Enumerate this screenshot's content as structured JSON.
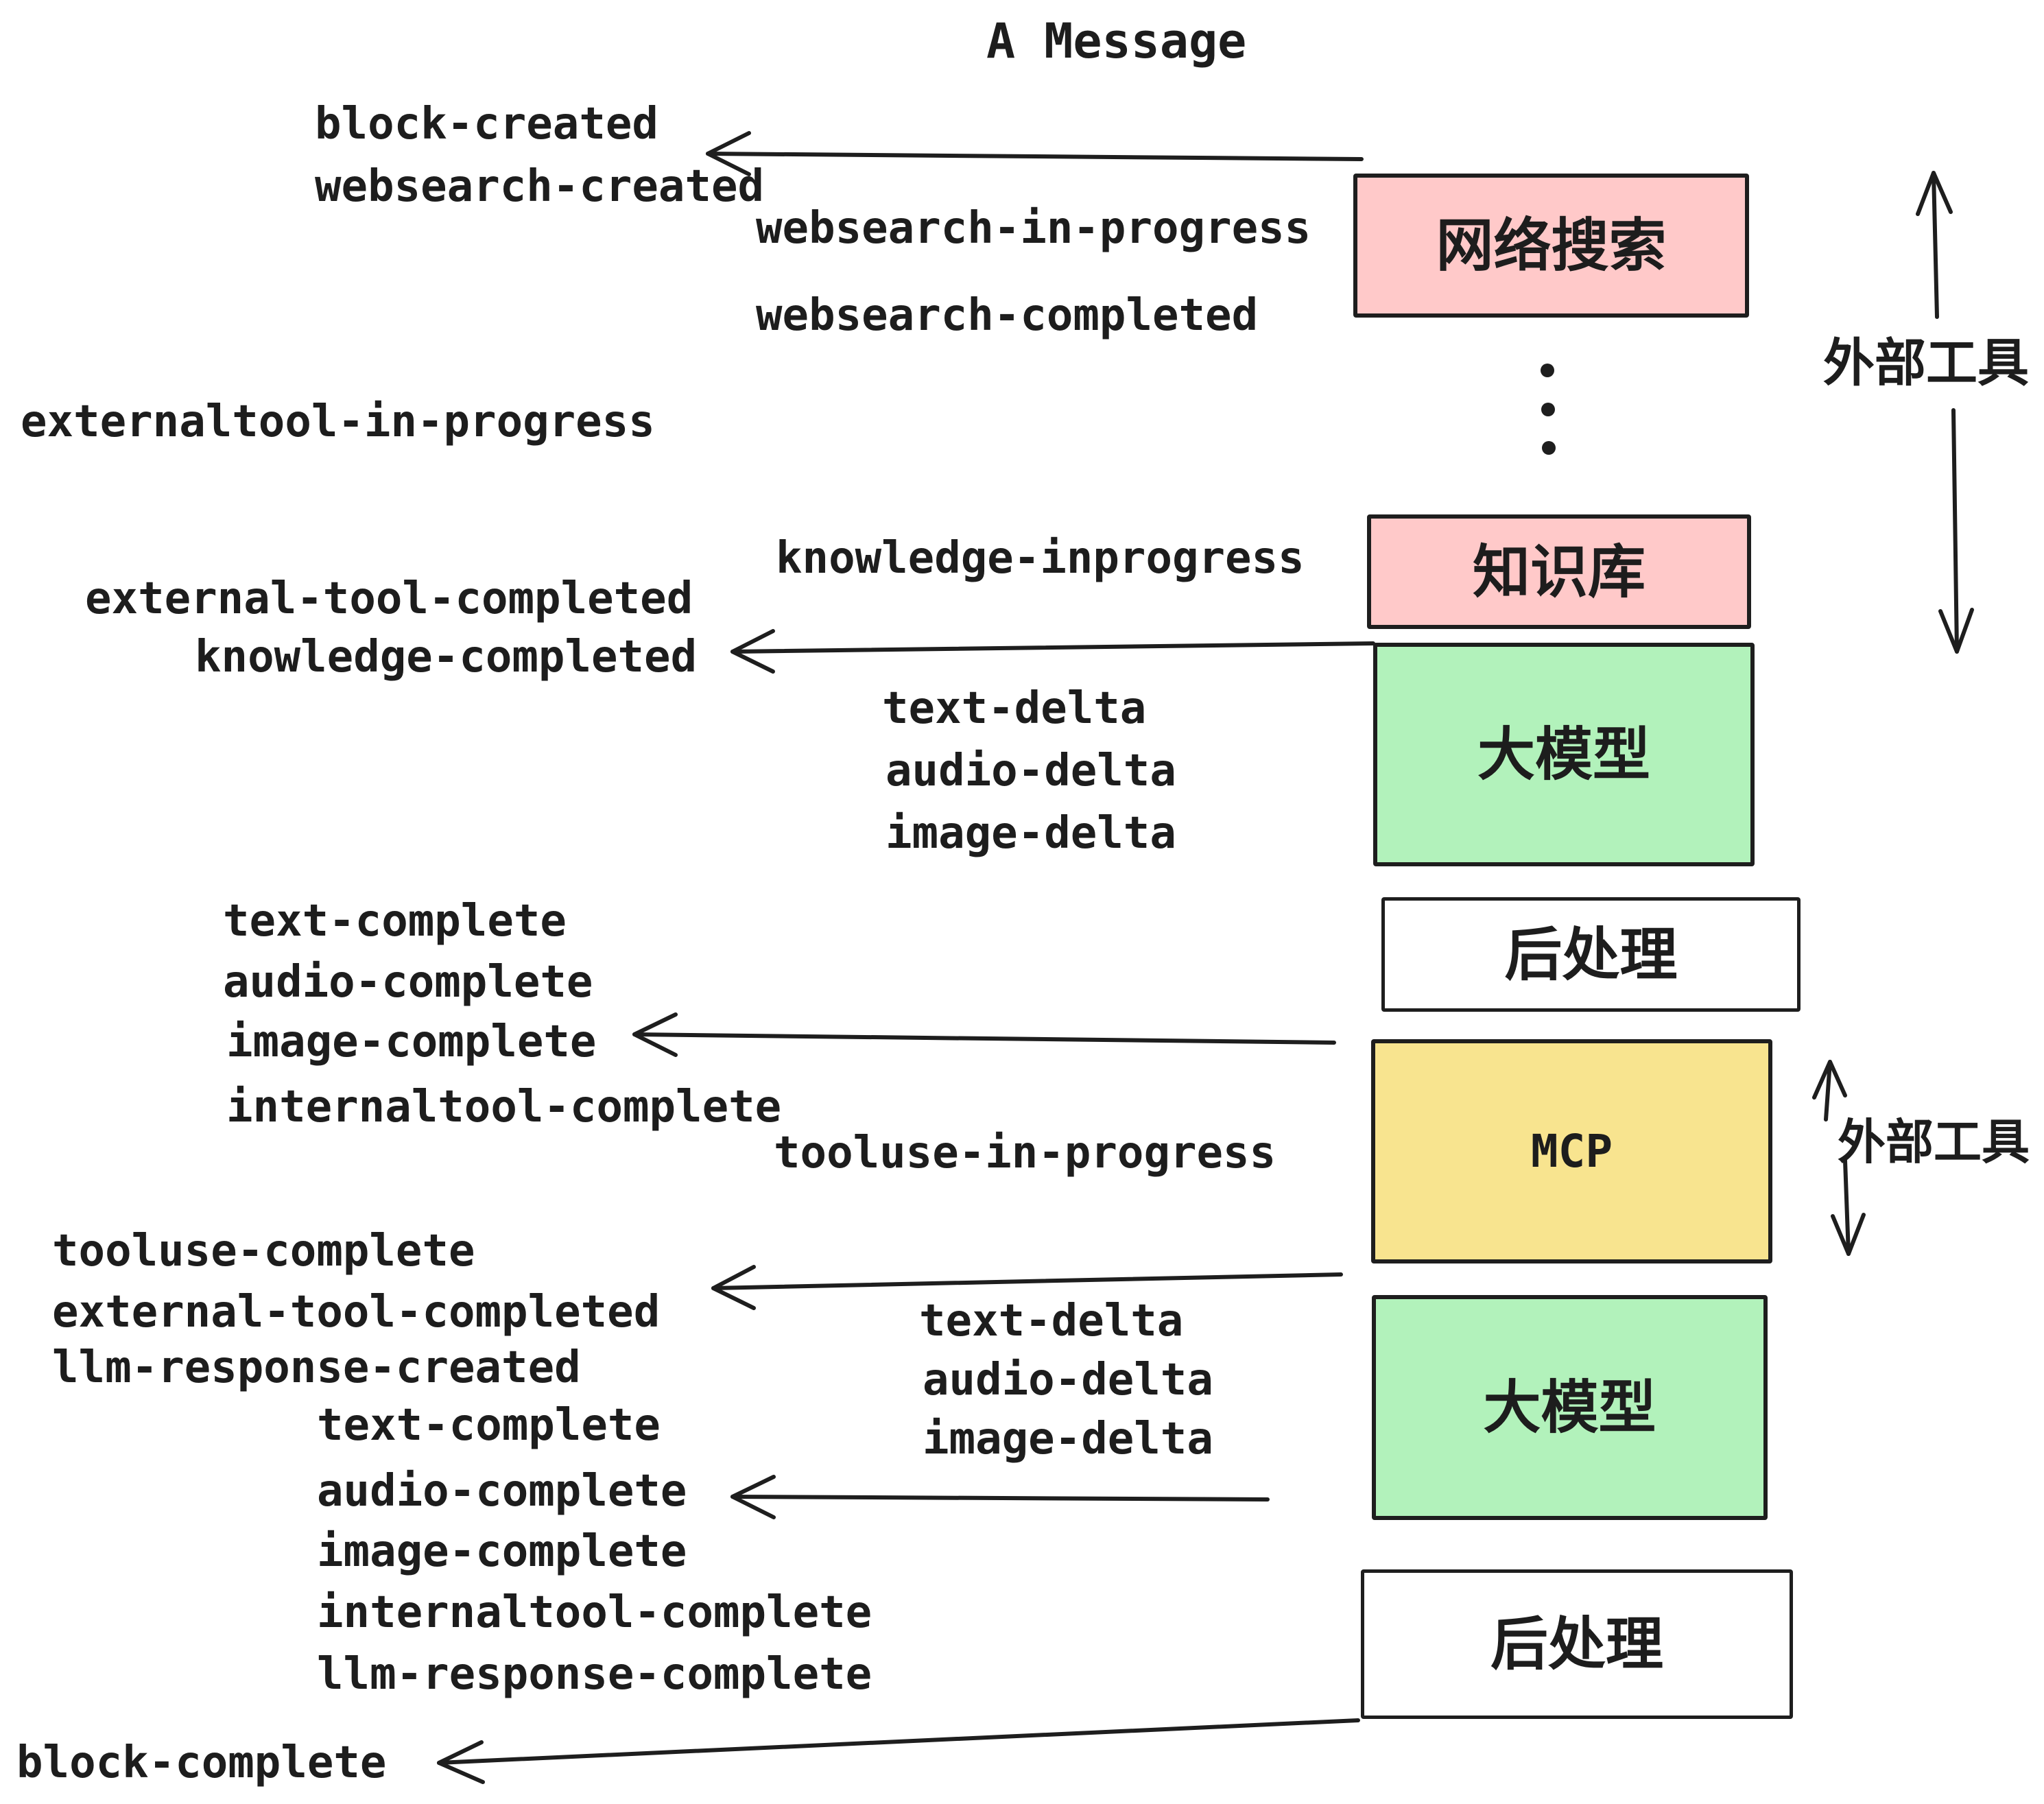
{
  "title": "A Message",
  "events": [
    {
      "text": "block-created"
    },
    {
      "text": "websearch-created"
    },
    {
      "text": "websearch-in-progress"
    },
    {
      "text": "websearch-completed"
    },
    {
      "text": "externaltool-in-progress"
    },
    {
      "text": "knowledge-inprogress"
    },
    {
      "text": "external-tool-completed"
    },
    {
      "text": "knowledge-completed"
    },
    {
      "text": "text-delta"
    },
    {
      "text": "audio-delta"
    },
    {
      "text": "image-delta"
    },
    {
      "text": "text-complete"
    },
    {
      "text": "audio-complete"
    },
    {
      "text": "image-complete"
    },
    {
      "text": "internaltool-complete"
    },
    {
      "text": "tooluse-in-progress"
    },
    {
      "text": "tooluse-complete"
    },
    {
      "text": "external-tool-completed"
    },
    {
      "text": "llm-response-created"
    },
    {
      "text": "text-complete"
    },
    {
      "text": "audio-complete"
    },
    {
      "text": "image-complete"
    },
    {
      "text": "internaltool-complete"
    },
    {
      "text": "llm-response-complete"
    },
    {
      "text": "block-complete"
    }
  ],
  "boxes": [
    {
      "label": "网络搜索",
      "fill": "#FFC9C9"
    },
    {
      "label": "知识库",
      "fill": "#FFC9C9"
    },
    {
      "label": "大模型",
      "fill": "#B2F2BB"
    },
    {
      "label": "后处理",
      "fill": "#FFFFFF"
    },
    {
      "label": "MCP",
      "fill": "#F8E48F"
    },
    {
      "label": "大模型",
      "fill": "#B2F2BB"
    },
    {
      "label": "后处理",
      "fill": "#FFFFFF"
    }
  ],
  "annotations": [
    {
      "label": "外部工具"
    },
    {
      "label": "外部工具"
    }
  ],
  "colors": {
    "stroke": "#1E1E1E",
    "pink": "#FFC9C9",
    "green": "#B2F2BB",
    "yellow": "#F8E48F",
    "white": "#FFFFFF",
    "background": "#FFFFFF"
  }
}
